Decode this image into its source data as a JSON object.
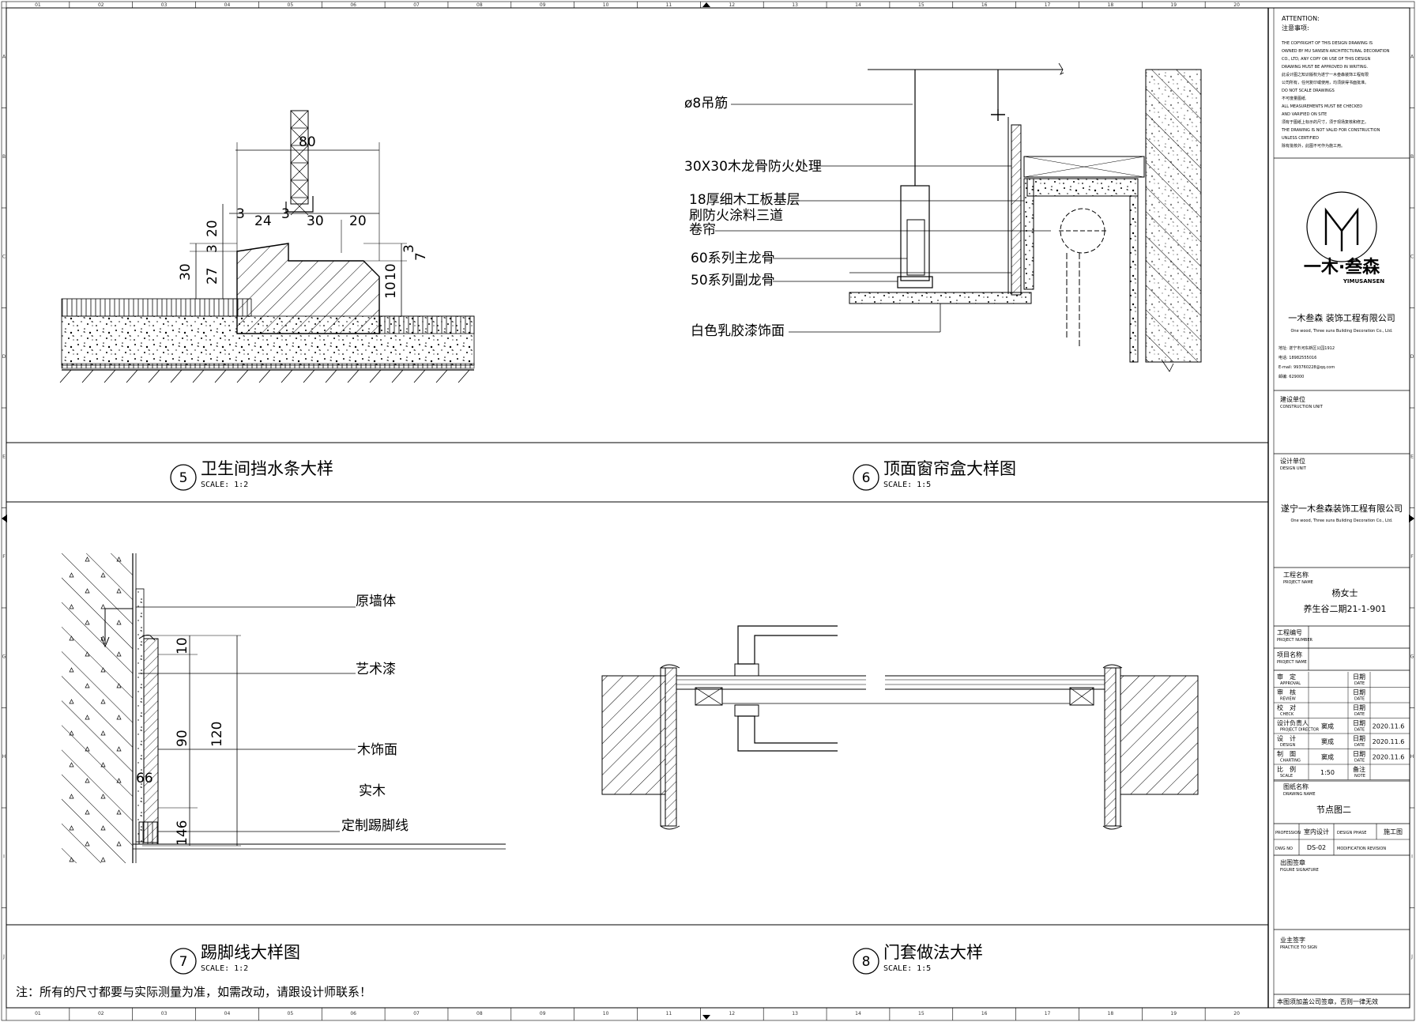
{
  "grid": {
    "columns": [
      "01",
      "02",
      "03",
      "04",
      "05",
      "06",
      "07",
      "08",
      "09",
      "10",
      "11",
      "12",
      "13",
      "14",
      "15",
      "16",
      "17",
      "18",
      "19",
      "20"
    ],
    "rows": [
      "A",
      "B",
      "C",
      "D",
      "E",
      "F",
      "G",
      "H",
      "I",
      "J"
    ]
  },
  "details": {
    "d5": {
      "number": "5",
      "title": "卫生间挡水条大样",
      "scale": "SCALE: 1:2",
      "dims": {
        "top": "80",
        "w24": "24",
        "w3a": "3",
        "w3b": "3",
        "w30": "30",
        "w20": "20",
        "h20": "20",
        "h3a": "3",
        "h27": "27",
        "h30": "30",
        "h10a": "10",
        "h10b": "10",
        "h3b": "3",
        "h7": "7"
      }
    },
    "d6": {
      "number": "6",
      "title": "顶面窗帘盒大样图",
      "scale": "SCALE: 1:5",
      "labels": [
        "ø8吊筋",
        "30X30木龙骨防火处理",
        "18厚细木工板基层",
        "刷防火涂料三道",
        "卷帘",
        "60系列主龙骨",
        "50系列副龙骨",
        "白色乳胶漆饰面"
      ]
    },
    "d7": {
      "number": "7",
      "title": "踢脚线大样图",
      "scale": "SCALE: 1:2",
      "labels": [
        "原墙体",
        "艺术漆",
        "木饰面",
        "实木",
        "定制踢脚线"
      ],
      "dims": {
        "d10": "10",
        "d90": "90",
        "d120": "120",
        "d66": "66",
        "d146": "146"
      }
    },
    "d8": {
      "number": "8",
      "title": "门套做法大样",
      "scale": "SCALE: 1:5"
    }
  },
  "footer_note": "注：所有的尺寸都要与实际测量为准，如需改动，请跟设计师联系！",
  "title_block": {
    "attention_en": "ATTENTION:",
    "attention_cn": "注意事项:",
    "notes": [
      "THE COPYRIGHT OF THIS DESIGN DRAWING IS",
      "OWNED BY MU SANSEN ARCHITECTURAL DECORATION",
      "CO., LTD, ANY COPY OR USE OF THIS DESIGN",
      "DRAWING MUST BE APPROVED IN WRITING.",
      "此设计图之知识版权为遂宁一木叁森装饰工程有限",
      "公司所有，任何复印或使用，均须获得书面批准。",
      "DO NOT SCALE DRAWINGS",
      "不可度量图纸.",
      "ALL MEASUREMENTS MUST BE CHECKED",
      "AND VARIFIED ON SITE",
      "须有于图纸上标示的尺寸，须于现场复核和修正。",
      "THE DRAWING IS NOT VALID FOR CONSTRUCTION",
      "UNLESS CERTIFIED",
      "除有批核外，此图不可作为施工用。"
    ],
    "logo_cn": "一木·叁森",
    "logo_en": "YIMUSANSEN",
    "company_cn": "一木叁森 装饰工程有限公司",
    "company_en": "One wood, Three suns Building Decoration Co., Ltd.",
    "contact": [
      "地址: 遂宁市河东新区公园1912",
      "电话: 18982555016",
      "E-mail: 993760228@qq.com",
      "邮编: 629000"
    ],
    "construction_unit_cn": "建设单位",
    "construction_unit_en": "CONSTRUCTION UNIT",
    "design_unit_cn": "设计单位",
    "design_unit_en": "DESIGN UNIT",
    "design_unit_name": "遂宁一木叁森装饰工程有限公司",
    "design_unit_sub": "One wood, Three suns Building Decoration Co., Ltd.",
    "project_name_cn": "工程名称",
    "project_name_en": "PROJECT NAME",
    "project_client": "杨女士",
    "project_address": "养生谷二期21-1-901",
    "project_number_cn": "工程编号",
    "project_number_en": "PROJECT NUMBER",
    "item_name_cn": "项目名称",
    "item_name_en": "PROJECT NAME",
    "rows": [
      {
        "cn": "审　定",
        "en": "APPROVAL",
        "name": "",
        "date_cn": "日期",
        "date_en": "DATE",
        "date": ""
      },
      {
        "cn": "审　核",
        "en": "REVIEW",
        "name": "",
        "date_cn": "日期",
        "date_en": "DATE",
        "date": ""
      },
      {
        "cn": "校　对",
        "en": "CHECK",
        "name": "",
        "date_cn": "日期",
        "date_en": "DATE",
        "date": ""
      },
      {
        "cn": "设计负责人",
        "en": "PROJECT DIRECTOR",
        "name": "窦成",
        "date_cn": "日期",
        "date_en": "DATE",
        "date": "2020.11.6"
      },
      {
        "cn": "设　计",
        "en": "DESIGN",
        "name": "窦成",
        "date_cn": "日期",
        "date_en": "DATE",
        "date": "2020.11.6"
      },
      {
        "cn": "制　图",
        "en": "CHARTING",
        "name": "窦成",
        "date_cn": "日期",
        "date_en": "DATE",
        "date": "2020.11.6"
      },
      {
        "cn": "比　例",
        "en": "SCALE",
        "name": "1:50",
        "date_cn": "备注",
        "date_en": "NOTE",
        "date": ""
      }
    ],
    "drawing_name_cn": "图纸名称",
    "drawing_name_en": "DRAWING NAME",
    "drawing_name": "节点图二",
    "profession_label": "PROFESSION",
    "profession": "室内设计",
    "design_phase_label": "DESIGN PHASE",
    "design_phase": "施工图",
    "dwg_no_label": "DWG NO",
    "dwg_no": "DS-02",
    "modification_label": "MODIFICATION REVISION",
    "figure_signature_cn": "出图签章",
    "figure_signature_en": "FIGURE SIGNATURE",
    "owner_sign_cn": "业主签字",
    "owner_sign_en": "PRACTICE TO SIGN",
    "stamp_note": "本图须加盖公司签章，否则一律无效"
  }
}
